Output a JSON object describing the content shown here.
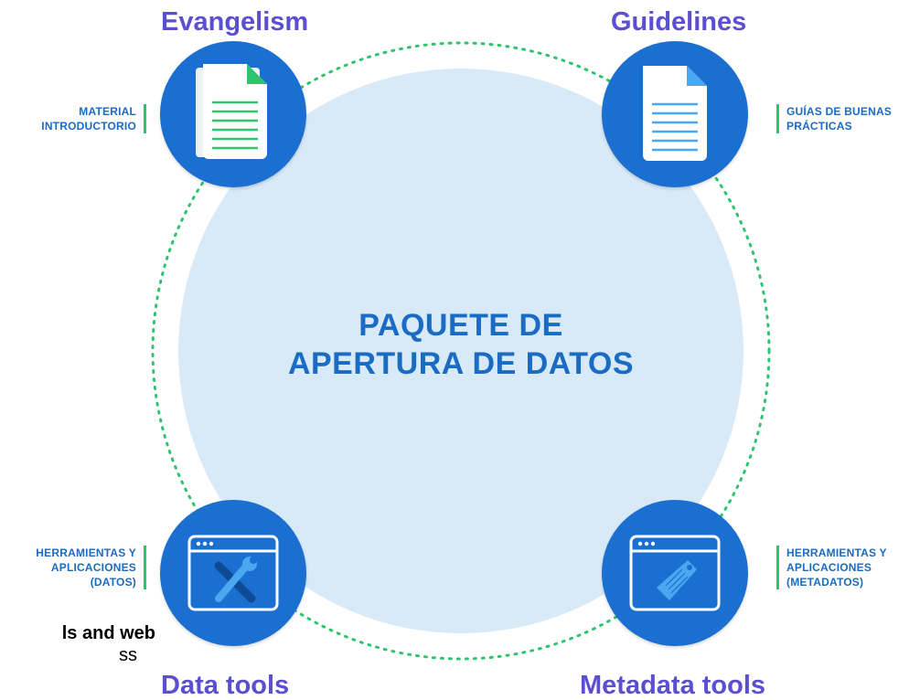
{
  "center": {
    "line1": "PAQUETE DE",
    "line2": "APERTURA DE DATOS"
  },
  "nodes": {
    "evangelism": {
      "heading": "Evangelism",
      "label_lines": [
        "MATERIAL",
        "INTRODUCTORIO"
      ],
      "icon": "document-icon"
    },
    "guidelines": {
      "heading": "Guidelines",
      "label_lines": [
        "GUÍAS DE BUENAS",
        "PRÁCTICAS"
      ],
      "icon": "document-icon"
    },
    "data_tools": {
      "heading": "Data tools",
      "label_lines": [
        "HERRAMIENTAS Y",
        "APLICACIONES",
        "(DATOS)"
      ],
      "icon": "tools-window-icon"
    },
    "metadata_tools": {
      "heading": "Metadata tools",
      "label_lines": [
        "HERRAMIENTAS Y",
        "APLICACIONES",
        "(METADATOS)"
      ],
      "icon": "tag-window-icon"
    }
  },
  "overlay": {
    "line1": "ls and web",
    "line2": "ss"
  },
  "colors": {
    "heading": "#5a4ed1",
    "node": "#1a6fd1",
    "label": "#1a6bc4",
    "accent": "#2ec46d",
    "center_fill": "#d8e9f8",
    "icon_blue": "#4aa8f0"
  }
}
